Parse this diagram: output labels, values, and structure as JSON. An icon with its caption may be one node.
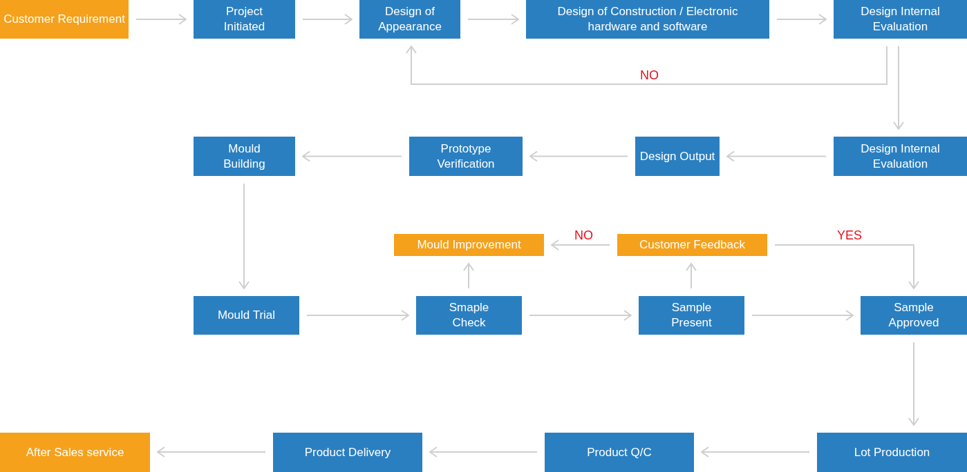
{
  "diagram": {
    "nodes": [
      {
        "text": [
          "Customer Requirement"
        ]
      },
      {
        "text": [
          "Project Initiated"
        ]
      },
      {
        "text": [
          "Design of Appearance"
        ]
      },
      {
        "text": [
          "Design of Construction / Electronic hardware and software"
        ]
      },
      {
        "text": [
          "Design Internal Evaluation"
        ]
      },
      {
        "text": [
          "Design Internal Evaluation"
        ]
      },
      {
        "text": [
          "Design Output"
        ]
      },
      {
        "text": [
          "Prototype Verification"
        ]
      },
      {
        "text": [
          "Mould Building"
        ]
      },
      {
        "text": [
          "Mould Improvement"
        ]
      },
      {
        "text": [
          "Customer Feedback"
        ]
      },
      {
        "text": [
          "Mould Trial"
        ]
      },
      {
        "text": [
          "Smaple Check"
        ]
      },
      {
        "text": [
          "Sample Present"
        ]
      },
      {
        "text": [
          "Sample Approved"
        ]
      },
      {
        "text": [
          "Lot Production"
        ]
      },
      {
        "text": [
          "Product Q/C"
        ]
      },
      {
        "text": [
          "Product Delivery"
        ]
      },
      {
        "text": [
          "After Sales service"
        ]
      }
    ],
    "edges": [
      {
        "from": 0,
        "to": 1,
        "arrow": "to"
      },
      {
        "from": 1,
        "to": 2,
        "arrow": "to"
      },
      {
        "from": 2,
        "to": 3,
        "arrow": "to"
      },
      {
        "from": 3,
        "to": 4,
        "arrow": "to"
      },
      {
        "from": 4,
        "to": 5,
        "arrow": "to"
      },
      {
        "from": 4,
        "to": 2,
        "arrow": "to",
        "label": "NO"
      },
      {
        "from": 5,
        "to": 6,
        "arrow": "to"
      },
      {
        "from": 6,
        "to": 7,
        "arrow": "to"
      },
      {
        "from": 7,
        "to": 8,
        "arrow": "to"
      },
      {
        "from": 8,
        "to": 11,
        "arrow": "to"
      },
      {
        "from": 11,
        "to": 12,
        "arrow": "to"
      },
      {
        "from": 12,
        "to": 13,
        "arrow": "to"
      },
      {
        "from": 13,
        "to": 14,
        "arrow": "to"
      },
      {
        "from": 12,
        "to": 9,
        "arrow": "to"
      },
      {
        "from": 13,
        "to": 10,
        "arrow": "to"
      },
      {
        "from": 10,
        "to": 9,
        "arrow": "to",
        "label": "NO"
      },
      {
        "from": 10,
        "to": 14,
        "arrow": "to",
        "label": "YES"
      },
      {
        "from": 14,
        "to": 15,
        "arrow": "to"
      },
      {
        "from": 15,
        "to": 16,
        "arrow": "to"
      },
      {
        "from": 16,
        "to": 17,
        "arrow": "to"
      },
      {
        "from": 17,
        "to": 18,
        "arrow": "to"
      }
    ]
  }
}
